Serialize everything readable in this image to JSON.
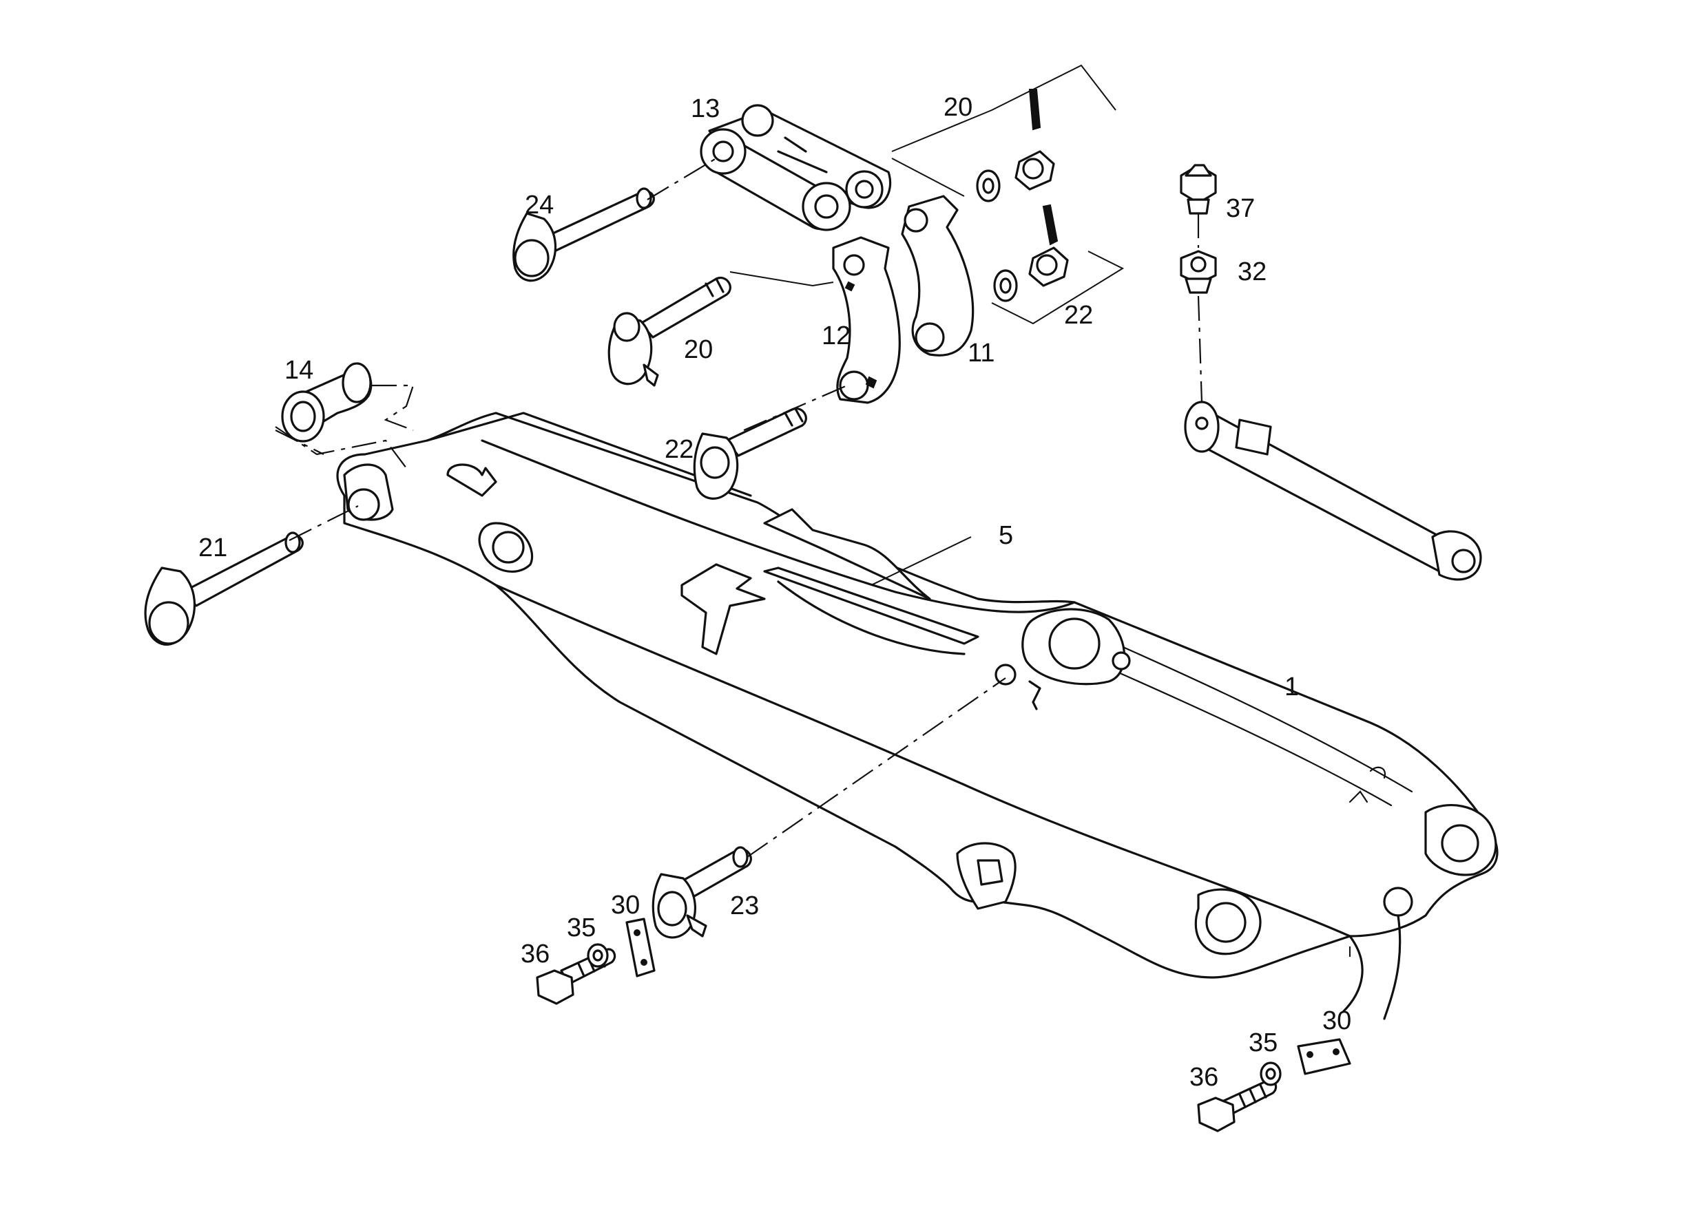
{
  "labels": {
    "p1": "1",
    "p5": "5",
    "p11": "11",
    "p12": "12",
    "p13": "13",
    "p14": "14",
    "p20a": "20",
    "p20b": "20",
    "p21": "21",
    "p22a": "22",
    "p22b": "22",
    "p23": "23",
    "p24": "24",
    "p30a": "30",
    "p30b": "30",
    "p32": "32",
    "p35a": "35",
    "p35b": "35",
    "p36a": "36",
    "p36b": "36",
    "p37": "37"
  }
}
